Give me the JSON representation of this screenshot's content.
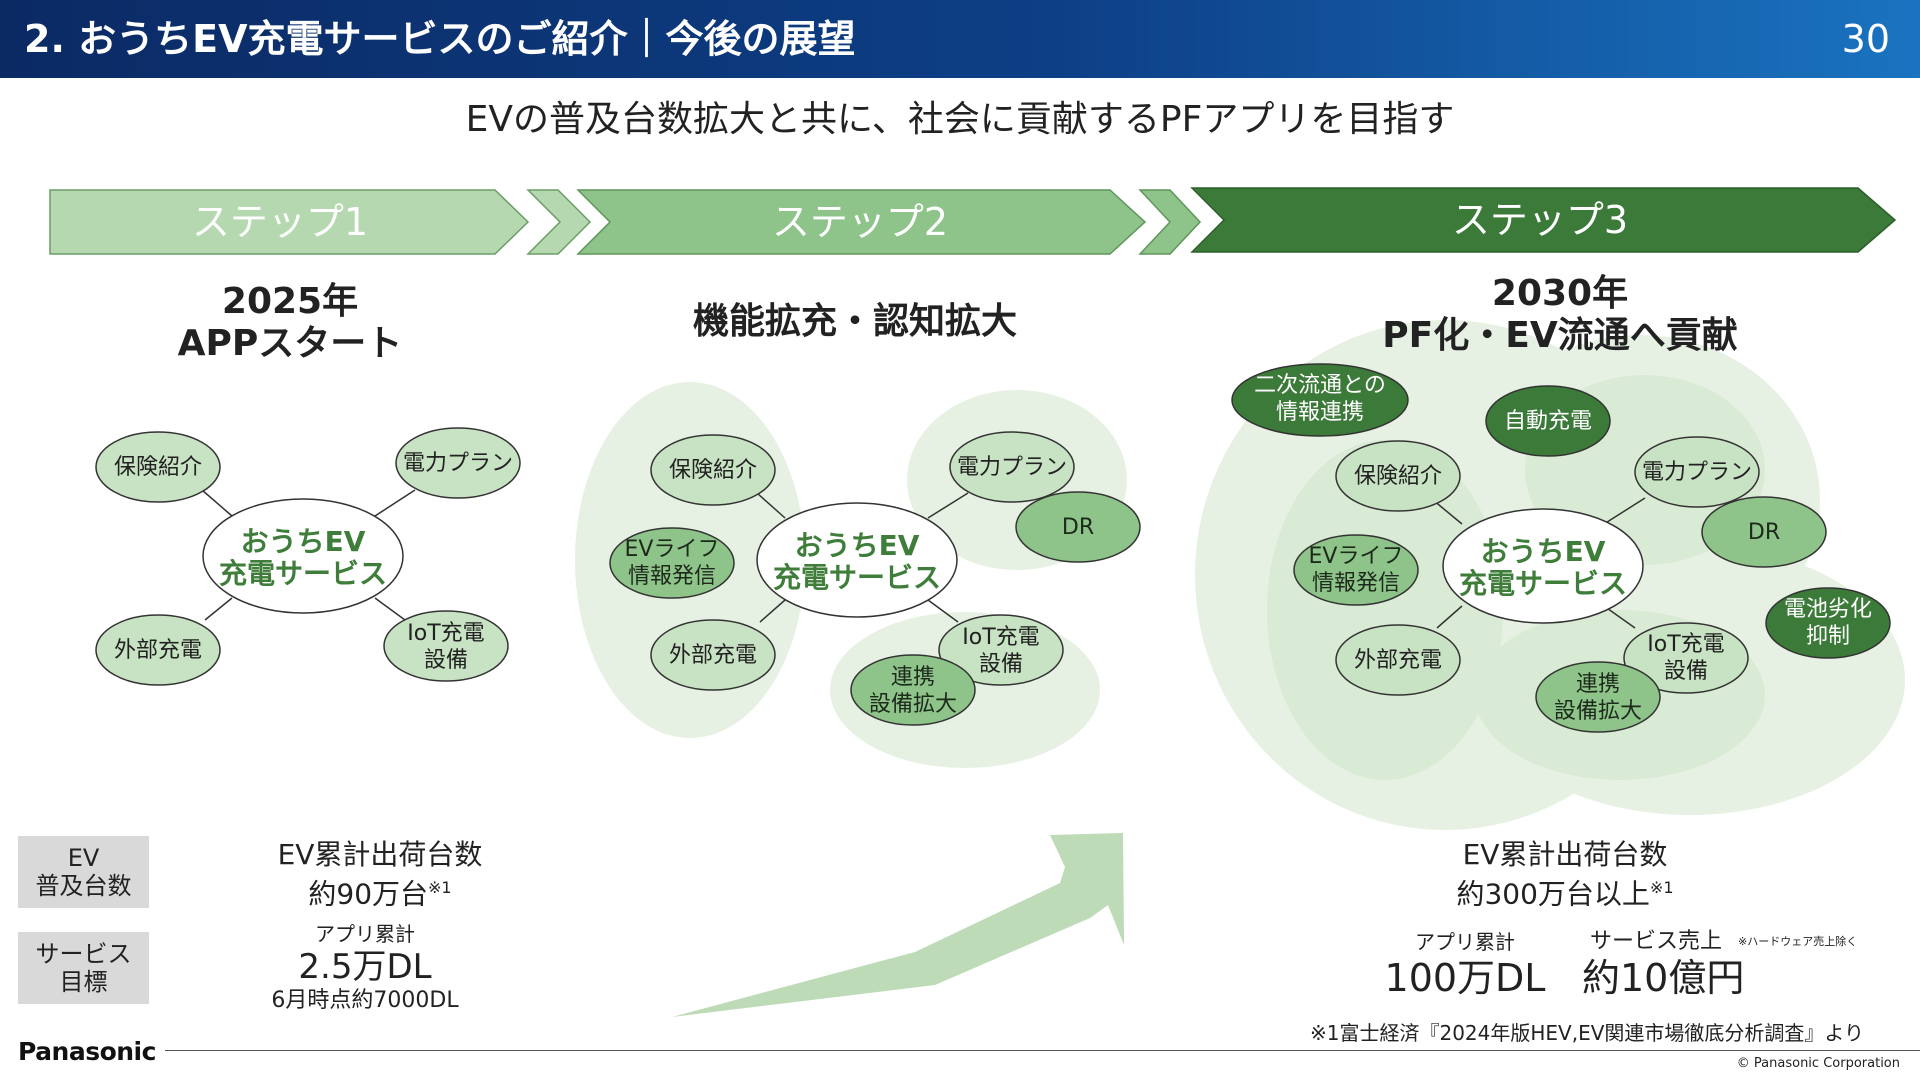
{
  "header": {
    "title": "2. おうちEV充電サービスのご紹介｜今後の展望",
    "page_number": "30"
  },
  "subtitle": "EVの普及台数拡大と共に、社会に貢献するPFアプリを目指す",
  "steps": [
    {
      "label": "ステップ1",
      "heading_line1": "2025年",
      "heading_line2": "APPスタート"
    },
    {
      "label": "ステップ2",
      "heading_line1": "機能拡充・認知拡大"
    },
    {
      "label": "ステップ3",
      "heading_line1": "2030年",
      "heading_line2": "PF化・EV流通へ貢献"
    }
  ],
  "center": {
    "line1": "おうちEV",
    "line2": "充電サービス"
  },
  "nodes": {
    "hoken": "保険紹介",
    "denryoku": "電力プラン",
    "gaibu": "外部充電",
    "iot_line1": "IoT充電",
    "iot_line2": "設備",
    "dr": "DR",
    "evlife_line1": "EVライフ",
    "evlife_line2": "情報発信",
    "renkei_line1": "連携",
    "renkei_line2": "設備拡大",
    "niji_line1": "二次流通との",
    "niji_line2": "情報連携",
    "jido": "自動充電",
    "denchi_line1": "電池劣化",
    "denchi_line2": "抑制"
  },
  "side_labels": {
    "ev_line1": "EV",
    "ev_line2": "普及台数",
    "service_line1": "サービス",
    "service_line2": "目標"
  },
  "step1_metrics": {
    "ev_title": "EV累計出荷台数",
    "ev_value": "約90万台",
    "ev_note_mark": "※1",
    "app_label": "アプリ累計",
    "app_value": "2.5万DL",
    "app_sub": "6月時点約7000DL"
  },
  "step3_metrics": {
    "ev_title": "EV累計出荷台数",
    "ev_value": "約300万台以上",
    "ev_note_mark": "※1",
    "app_label": "アプリ累計",
    "app_value": "100万DL",
    "sales_label": "サービス売上",
    "sales_note": "※ハードウェア売上除く",
    "sales_value": "約10億円"
  },
  "footnote": "※1富士経済『2024年版HEV,EV関連市場徹底分析調査』より",
  "footer": {
    "logo": "Panasonic",
    "copyright": "© Panasonic Corporation"
  },
  "colors": {
    "header_dark": "#0b2a64",
    "step1": "#b5d8b0",
    "step2": "#8ec48a",
    "step3": "#3c7a3a",
    "light_node": "#c8e3c3",
    "mid_node": "#8ec48a",
    "dark_node": "#3c7a3a",
    "cloud": "#e6f1e3"
  }
}
